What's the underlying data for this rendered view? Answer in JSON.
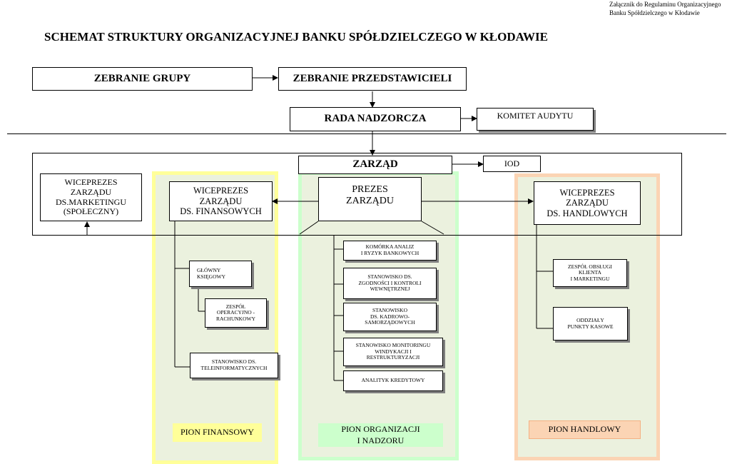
{
  "annex_note": "Załącznik do Regulaminu Organizacyjnego\nBanku Spółdzielczego w Kłodawie",
  "title": "SCHEMAT STRUKTURY ORGANIZACYJNEJ BANKU SPÓŁDZIELCZEGO W KŁODAWIE",
  "top": {
    "zebranie_grupy": "ZEBRANIE GRUPY",
    "zebranie_przedstawicieli": "ZEBRANIE PRZEDSTAWICIELI",
    "rada_nadzorcza": "RADA NADZORCZA",
    "komitet_audytu": "KOMITET AUDYTU"
  },
  "management": {
    "zarzad": "ZARZĄD",
    "iod": "IOD",
    "prezes": "PREZES\nZARZĄDU",
    "vp_marketing": "WICEPREZES\nZARZĄDU\nDS.MARKETINGU\n(SPOŁECZNY)",
    "vp_finance": "WICEPREZES\nZARZĄDU\nDS. FINANSOWYCH",
    "vp_trade": "WICEPREZES\nZARZĄDU\nDS. HANDLOWYCH"
  },
  "finance_units": [
    "GŁÓWNY\nKSIĘGOWY",
    "ZESPÓŁ\nOPERACYJNO -\nRACHUNKOWY",
    "STANOWISKO DS.\nTELEINFORMATYCZNYCH"
  ],
  "org_units": [
    "KOMÓRKA ANALIZ\nI RYZYK BANKOWYCH",
    "STANOWISKO DS.\nZGODNOŚCI I KONTROLI\nWEWNĘTRZNEJ",
    "STANOWISKO\nDS. KADROWO-\nSAMORZĄDOWYCH",
    "STANOWISKO MONITORINGU\nWINDYKACJI I\nRESTRUKTURYZACJI",
    "ANALITYK KREDYTOWY"
  ],
  "trade_units": [
    "ZESPÓŁ OBSŁUGI\nKLIENTA\nI MARKETINGU",
    "ODDZIAŁY\nPUNKTY KASOWE"
  ],
  "divisions": {
    "finance": "PION FINANSOWY",
    "organization": "PION ORGANIZACJI\nI NADZORU",
    "trade": "PION HANDLOWY"
  },
  "colors": {
    "finance_border": "#ffff99",
    "finance_label_bg": "#ffff99",
    "org_border": "#ccffcc",
    "org_label_bg": "#ccffcc",
    "trade_border": "#fbd4b4",
    "trade_label_bg": "#fbd4b4",
    "panel_fill": "#ebf1de"
  }
}
